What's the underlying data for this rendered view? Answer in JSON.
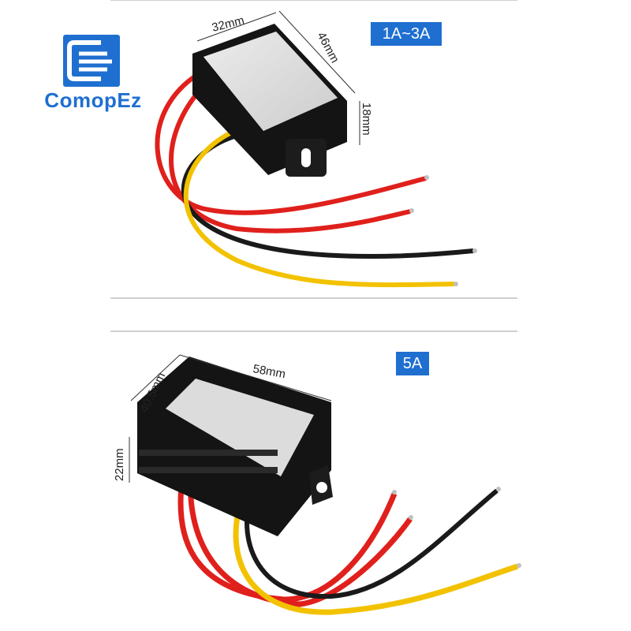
{
  "brand": {
    "name": "ComopEz",
    "color": "#1f6fd0"
  },
  "top_product": {
    "rating_label": "1A~3A",
    "dims": {
      "width": "32mm",
      "length": "46mm",
      "height": "18mm"
    }
  },
  "bottom_product": {
    "rating_label": "5A",
    "dims": {
      "width": "40.5mm",
      "length": "58mm",
      "height": "22mm"
    }
  },
  "wire_colors": {
    "red": "#e0201c",
    "black": "#1a1a1a",
    "yellow": "#f2c200"
  }
}
